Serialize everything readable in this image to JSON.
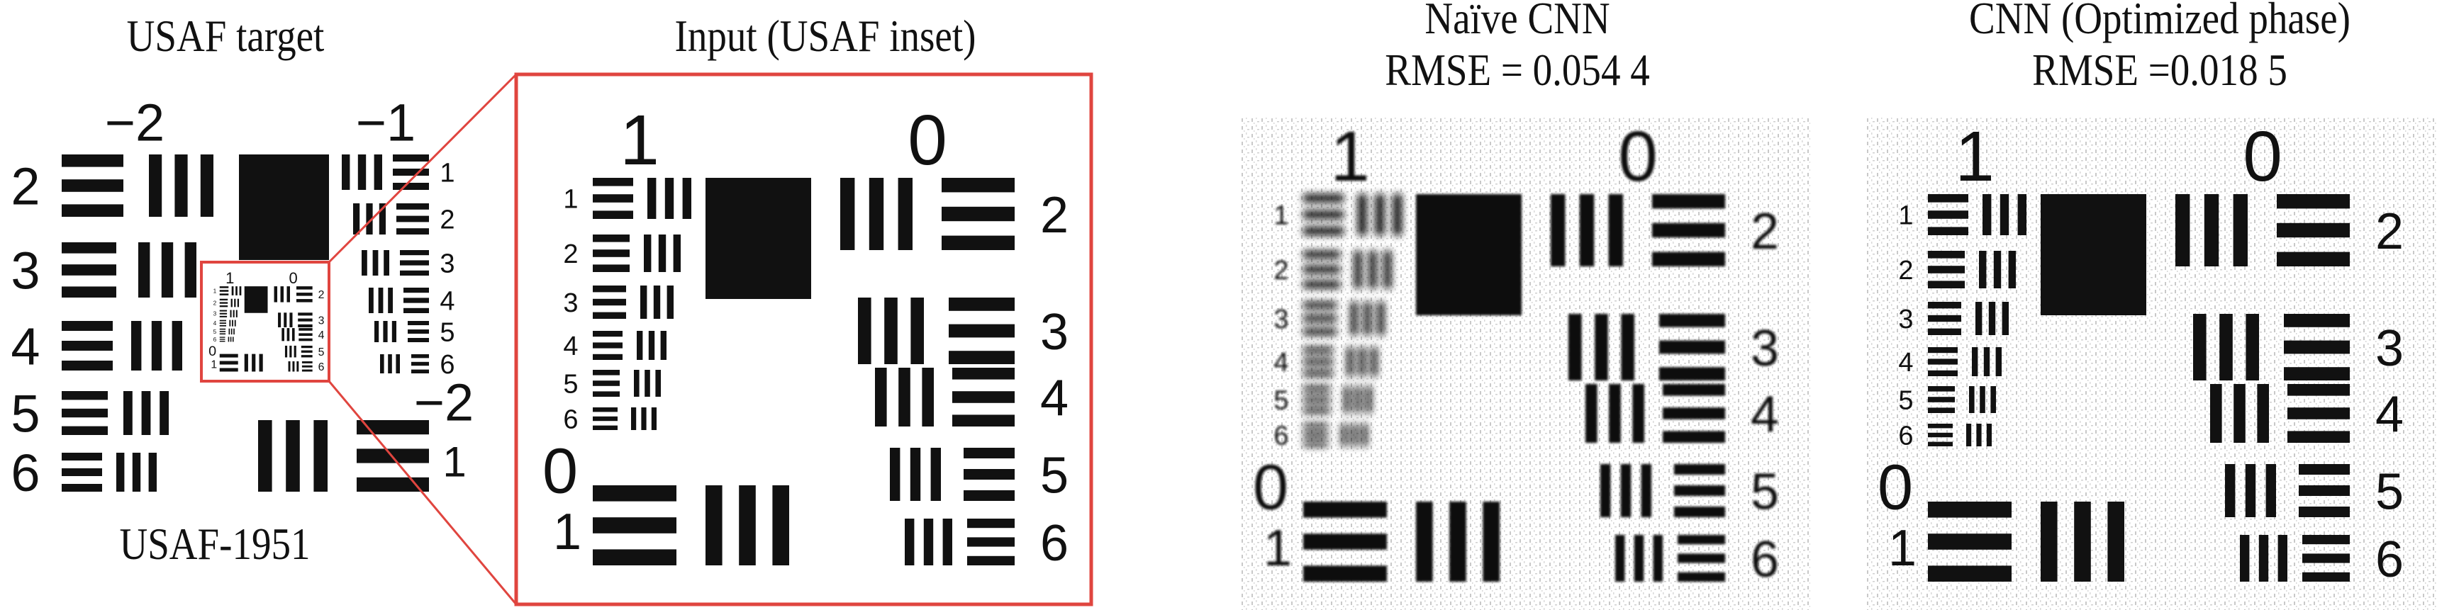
{
  "panels": {
    "usaf_target": {
      "title": "USAF target",
      "caption": "USAF-1951",
      "group_label_top_left": "−2",
      "group_label_top_right": "−1",
      "group_label_bottom": "−2",
      "group_m2_elements": [
        "2",
        "3",
        "4",
        "5",
        "6"
      ],
      "group_m2_element1": "1",
      "group_m1_elements": [
        "1",
        "2",
        "3",
        "4",
        "5",
        "6"
      ]
    },
    "input": {
      "title": "Input (USAF inset)"
    },
    "naive": {
      "title": "Naïve CNN",
      "rmse_label": "RMSE = 0.054 4"
    },
    "optimized": {
      "title": "CNN (Optimized phase)",
      "rmse_label": "RMSE =0.018 5"
    }
  },
  "inset_labels": {
    "group1": "1",
    "group0": "0",
    "group0_elements": [
      "2",
      "3",
      "4",
      "5",
      "6"
    ],
    "group1_elements": [
      "1",
      "2",
      "3",
      "4",
      "5",
      "6"
    ],
    "bottom_group0": "0",
    "bottom_element1": "1"
  },
  "colors": {
    "highlight": "#e0453f",
    "ink": "#111111"
  }
}
